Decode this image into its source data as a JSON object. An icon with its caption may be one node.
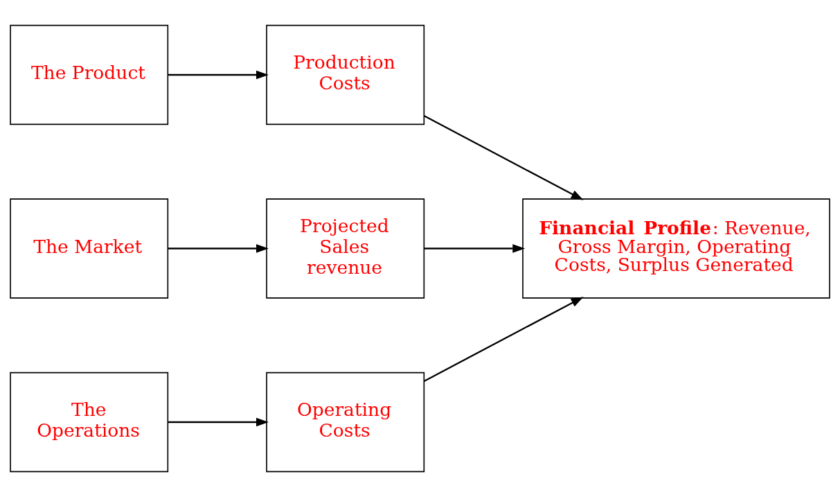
{
  "diagram": {
    "nodes": [
      {
        "text": [
          "The Product"
        ]
      },
      {
        "text": [
          "Production Costs"
        ]
      },
      {
        "text": [
          "The Market"
        ]
      },
      {
        "text": [
          "Projected Sales revenue"
        ]
      },
      {
        "text": [
          "The Operations"
        ]
      },
      {
        "text": [
          "Operating Costs"
        ]
      },
      {
        "text": [
          "**Financial Profile**: Revenue, Gross Margin, Operating Costs, Surplus Generated"
        ]
      }
    ],
    "edges": [
      {
        "from": 0,
        "to": 1,
        "arrow": "to"
      },
      {
        "from": 1,
        "to": 6,
        "arrow": "to"
      },
      {
        "from": 2,
        "to": 3,
        "arrow": "to"
      },
      {
        "from": 3,
        "to": 6,
        "arrow": "to"
      },
      {
        "from": 4,
        "to": 5,
        "arrow": "to"
      },
      {
        "from": 5,
        "to": 6,
        "arrow": "to"
      }
    ]
  }
}
